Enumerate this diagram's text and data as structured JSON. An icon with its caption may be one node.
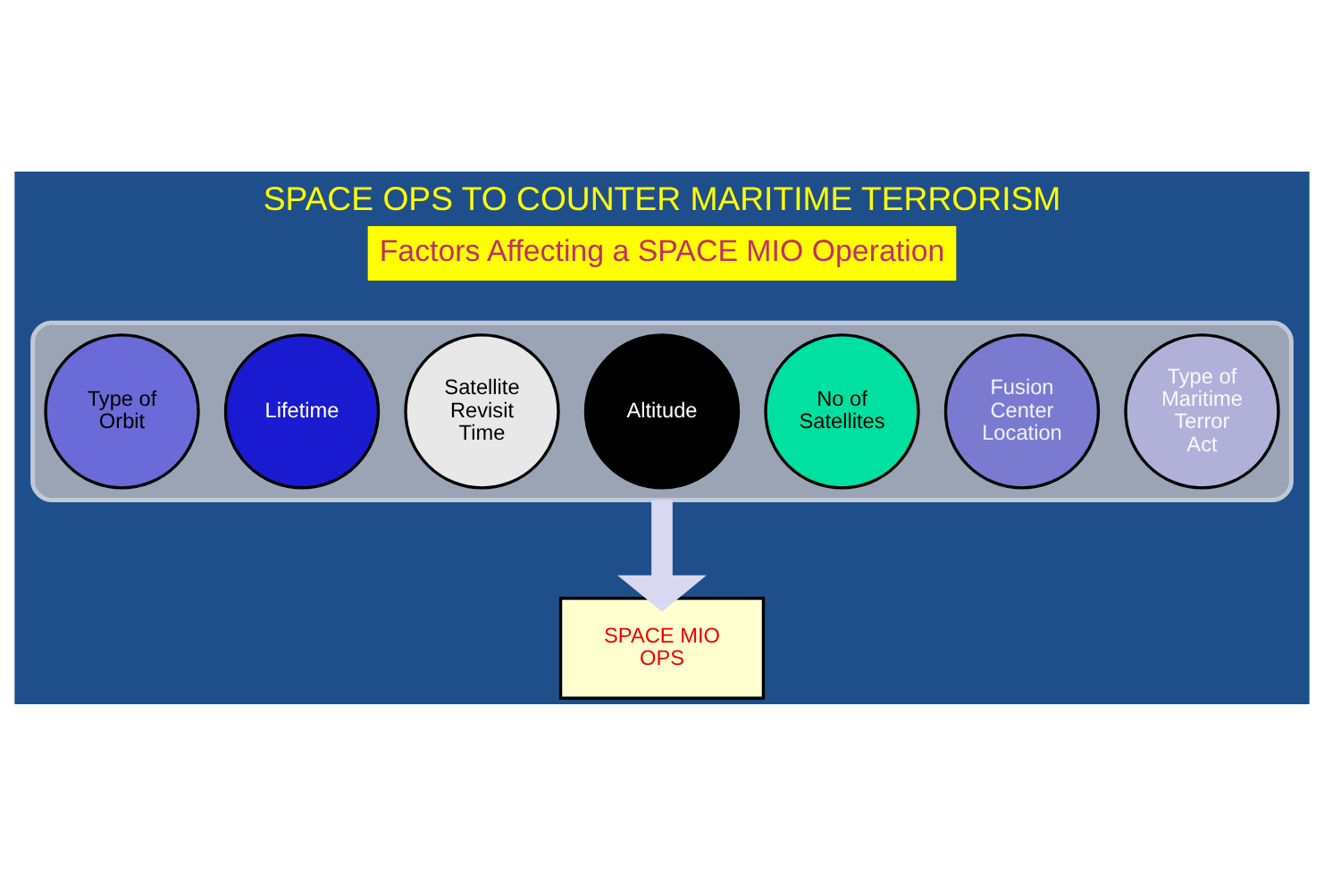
{
  "diagram": {
    "title": "SPACE OPS TO COUNTER MARITIME TERRORISM",
    "nodes": [
      {
        "text": [],
        "shape": "funnel"
      },
      {
        "text": [
          "Type of Orbit"
        ],
        "in": 0
      },
      {
        "text": [
          "Lifetime"
        ],
        "in": 0
      },
      {
        "text": [
          "Satellite Revisit Time"
        ],
        "in": 0
      },
      {
        "text": [
          "Altitude"
        ],
        "in": 0
      },
      {
        "text": [
          "No of Satellites"
        ],
        "in": 0
      },
      {
        "text": [
          "Fusion Center Location"
        ],
        "in": 0
      },
      {
        "text": [
          "Type of Maritime Terror Act"
        ],
        "in": 0
      },
      {
        "text": [
          "SPACE MIO OPS"
        ]
      }
    ],
    "edges": [
      {
        "from": 0,
        "to": 8,
        "arrow": "to"
      }
    ],
    "labels": [
      "Factors Affecting a SPACE MIO Operation"
    ]
  }
}
